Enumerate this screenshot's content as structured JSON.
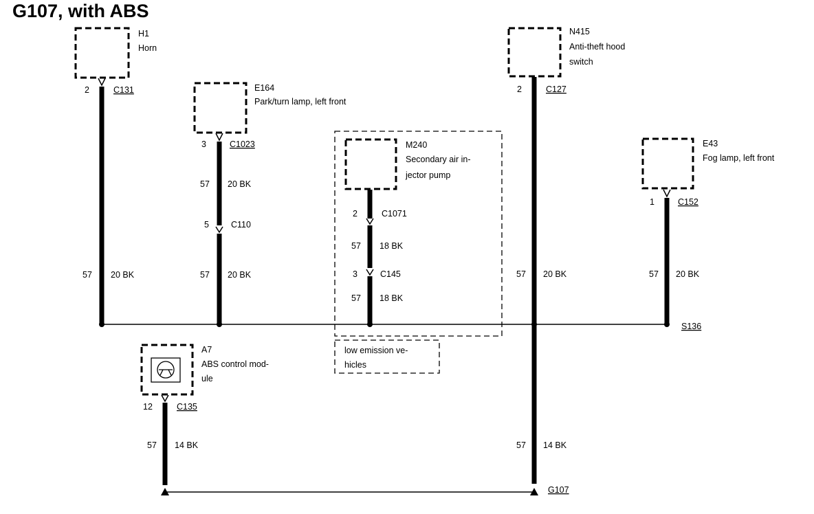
{
  "title": "G107, with ABS",
  "components": {
    "h1": {
      "id": "H1",
      "name": "Horn"
    },
    "e164": {
      "id": "E164",
      "name": "Park/turn lamp, left front"
    },
    "m240": {
      "id": "M240",
      "name_line1": "Secondary air in-",
      "name_line2": "jector pump"
    },
    "n415": {
      "id": "N415",
      "name_line1": "Anti-theft hood",
      "name_line2": "switch"
    },
    "e43": {
      "id": "E43",
      "name": "Fog lamp, left front"
    },
    "a7": {
      "id": "A7",
      "name_line1": "ABS control mod-",
      "name_line2": "ule"
    }
  },
  "connectors": {
    "h1": {
      "pin": "2",
      "name": "C131"
    },
    "e164": {
      "pin": "3",
      "name": "C1023"
    },
    "c110": {
      "pin": "5",
      "name": "C110"
    },
    "m240": {
      "pin": "2",
      "name": "C1071"
    },
    "c145": {
      "pin": "3",
      "name": "C145"
    },
    "n415": {
      "pin": "2",
      "name": "C127"
    },
    "e43": {
      "pin": "1",
      "name": "C152"
    },
    "a7": {
      "pin": "12",
      "name": "C135"
    }
  },
  "wires": {
    "h1_main": {
      "circuit": "57",
      "spec": "20 BK"
    },
    "e164_upper": {
      "circuit": "57",
      "spec": "20 BK"
    },
    "e164_lower": {
      "circuit": "57",
      "spec": "20 BK"
    },
    "m240_upper": {
      "circuit": "57",
      "spec": "18 BK"
    },
    "m240_lower": {
      "circuit": "57",
      "spec": "18 BK"
    },
    "n415_upper": {
      "circuit": "57",
      "spec": "20 BK"
    },
    "e43_main": {
      "circuit": "57",
      "spec": "20 BK"
    },
    "a7_main": {
      "circuit": "57",
      "spec": "14 BK"
    },
    "ground_trunk": {
      "circuit": "57",
      "spec": "14 BK"
    }
  },
  "splice": "S136",
  "ground": "G107",
  "note": {
    "line1": "low emission ve-",
    "line2": "hicles"
  }
}
